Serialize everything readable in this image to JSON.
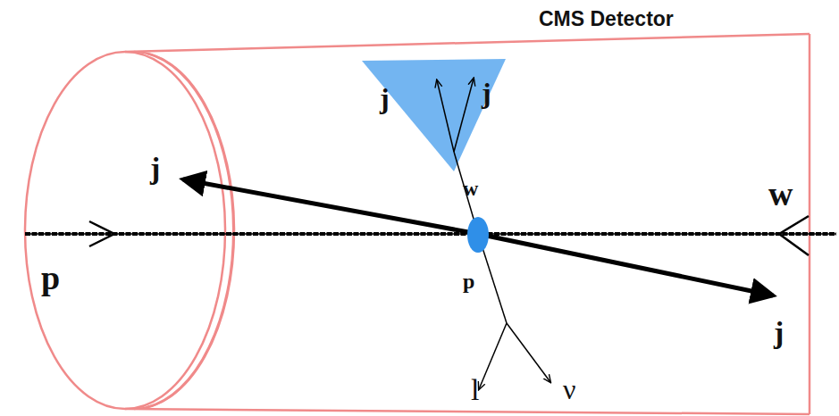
{
  "diagram": {
    "labels": [
      "CMS Detector",
      "j",
      "j",
      "j",
      "w",
      "w",
      "p",
      "p",
      "j",
      "l",
      "ν"
    ]
  }
}
